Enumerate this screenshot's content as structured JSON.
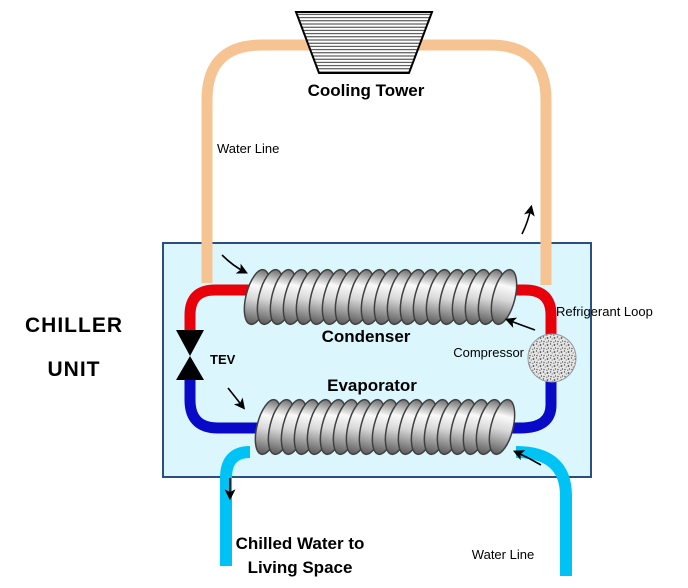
{
  "labels": {
    "cooling_tower": "Cooling Tower",
    "water_line_top": "Water Line",
    "water_line_bottom": "Water Line",
    "chiller_unit_line1": "CHILLER",
    "chiller_unit_line2": "UNIT",
    "condenser": "Condenser",
    "evaporator": "Evaporator",
    "tev": "TEV",
    "compressor": "Compressor",
    "refrigerant_loop": "Refrigerant Loop",
    "chilled_water_line1": "Chilled Water to",
    "chilled_water_line2": "Living Space"
  },
  "colors": {
    "tower_water_line": "#F6C392",
    "refrigerant_hot": "#E8000B",
    "refrigerant_cold": "#0909C8",
    "chilled_water_line": "#00C3F5",
    "chiller_box_fill": "#DBF7FD",
    "chiller_box_border": "#29517F",
    "chiller_title": "#3533AE"
  }
}
